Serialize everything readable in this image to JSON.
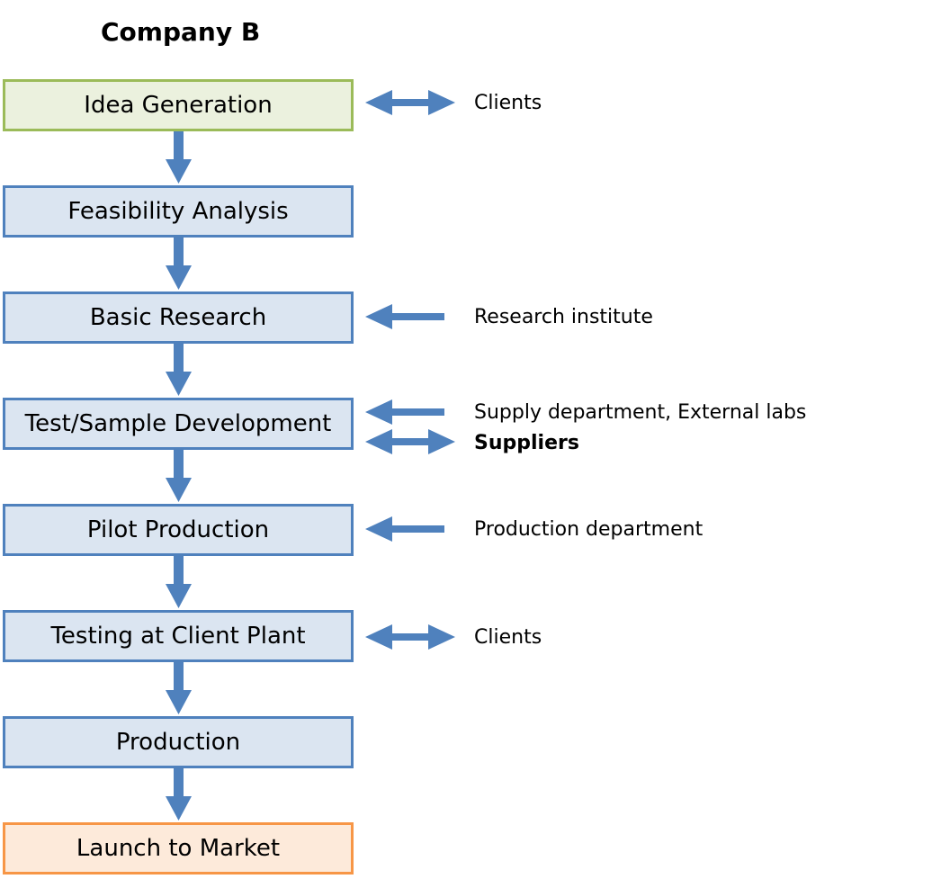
{
  "title": "Company B",
  "colors": {
    "box_fill": "#dbe5f1",
    "box_border": "#4f81bd",
    "start_fill": "#ebf1de",
    "start_border": "#9bbb59",
    "end_fill": "#fdeada",
    "end_border": "#f79646",
    "arrow": "#4f81bd"
  },
  "steps": [
    {
      "label": "Idea Generation",
      "style": "start"
    },
    {
      "label": "Feasibility Analysis",
      "style": "normal"
    },
    {
      "label": "Basic Research",
      "style": "normal"
    },
    {
      "label": "Test/Sample Development",
      "style": "normal"
    },
    {
      "label": "Pilot Production",
      "style": "normal"
    },
    {
      "label": "Testing at Client Plant",
      "style": "normal"
    },
    {
      "label": "Production",
      "style": "normal"
    },
    {
      "label": "Launch to Market",
      "style": "end"
    }
  ],
  "partners": [
    {
      "step": 0,
      "label": "Clients",
      "arrow": "double",
      "bold": false
    },
    {
      "step": 2,
      "label": "Research institute",
      "arrow": "left",
      "bold": false
    },
    {
      "step": 3,
      "label": "Supply department, External labs",
      "arrow": "left",
      "bold": false
    },
    {
      "step": 3,
      "label": "Suppliers",
      "arrow": "double",
      "bold": true
    },
    {
      "step": 4,
      "label": "Production department",
      "arrow": "left",
      "bold": false
    },
    {
      "step": 5,
      "label": "Clients",
      "arrow": "double",
      "bold": false
    }
  ]
}
